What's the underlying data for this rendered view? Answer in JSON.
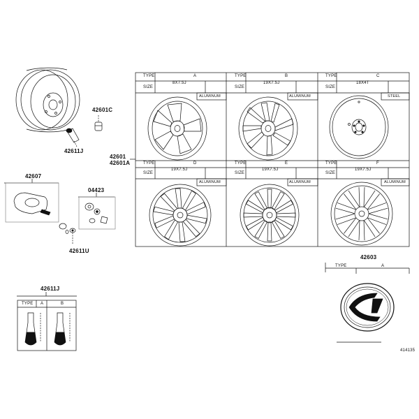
{
  "parts": {
    "p42601C": "42601C",
    "p42611J_top": "42611J",
    "p42601": "42601",
    "p42601A": "42601A",
    "p42607": "42607",
    "p04423": "04423",
    "p42611U": "42611U",
    "p42611J_bottom": "42611J",
    "p42603": "42603"
  },
  "wheel_table": {
    "type_label": "TYPE",
    "size_label_1": "SIZE",
    "size_label_2": "SIZE",
    "cells": [
      {
        "type": "A",
        "size": "8X7.5J",
        "material": "ALUMINUM"
      },
      {
        "type": "B",
        "size": "19X7.5J",
        "material": "ALUMINUM"
      },
      {
        "type": "C",
        "size": "18X4T",
        "material": "STEEL"
      },
      {
        "type": "D",
        "size": "19X7.5J",
        "material": "ALUMINUM"
      },
      {
        "type": "E",
        "size": "19X7.5J",
        "material": "ALUMINUM"
      },
      {
        "type": "F",
        "size": "19X7.5J",
        "material": "ALUMINUM"
      }
    ]
  },
  "valve_table": {
    "type_label": "TYPE",
    "col_a": "A",
    "col_b": "B"
  },
  "cap_table": {
    "type_label": "TYPE",
    "col_a": "A"
  },
  "footer_code": "414135"
}
